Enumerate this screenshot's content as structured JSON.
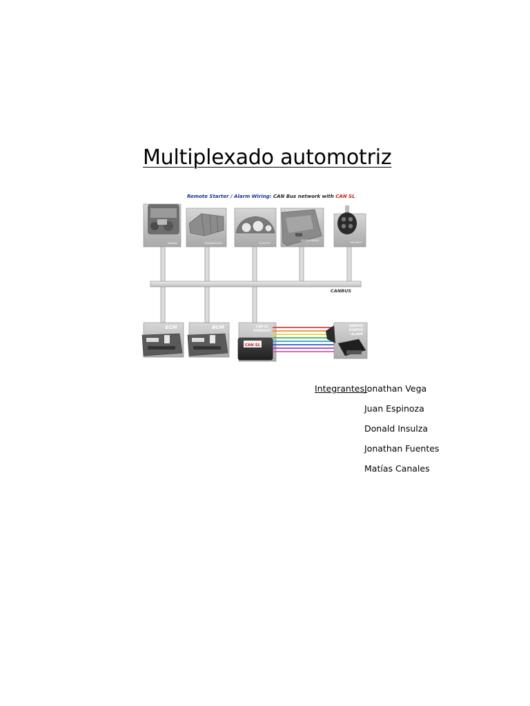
{
  "document": {
    "title": "Multiplexado automotriz"
  },
  "figure": {
    "caption_parts": {
      "part1": "Remote Starter / Alarm Wiring:",
      "part2": " CAN Bus network with ",
      "part3": "CAN SL"
    },
    "top_modules": [
      "ENGINE",
      "TRANSMISSION",
      "CLUSTER",
      "DOOR MODULE",
      "SECURITY"
    ],
    "bus_label": "CANBUS",
    "bottom_modules": {
      "ecm": "ECM",
      "bcm": "BCM",
      "bypass_line1": "CAN SL",
      "bypass_line2": "BYPASSKIT",
      "bypass_box_label": "CAN SL",
      "remote_line1": "REMOTE",
      "remote_line2": "STARTER",
      "remote_line3": "/ ALARM"
    },
    "colors": {
      "caption_blue": "#1a2fa8",
      "caption_red": "#d11a1a",
      "wires": [
        "#e23b3b",
        "#f08a2a",
        "#e8d23a",
        "#3fb64a",
        "#27a0c8",
        "#3a4fd0",
        "#9a3fc8",
        "#d9569a"
      ]
    }
  },
  "members": {
    "label": "Integrantes:",
    "names": [
      "Jonathan Vega",
      "Juan Espinoza",
      "Donald Insulza",
      "Jonathan Fuentes",
      "Matías Canales"
    ]
  }
}
